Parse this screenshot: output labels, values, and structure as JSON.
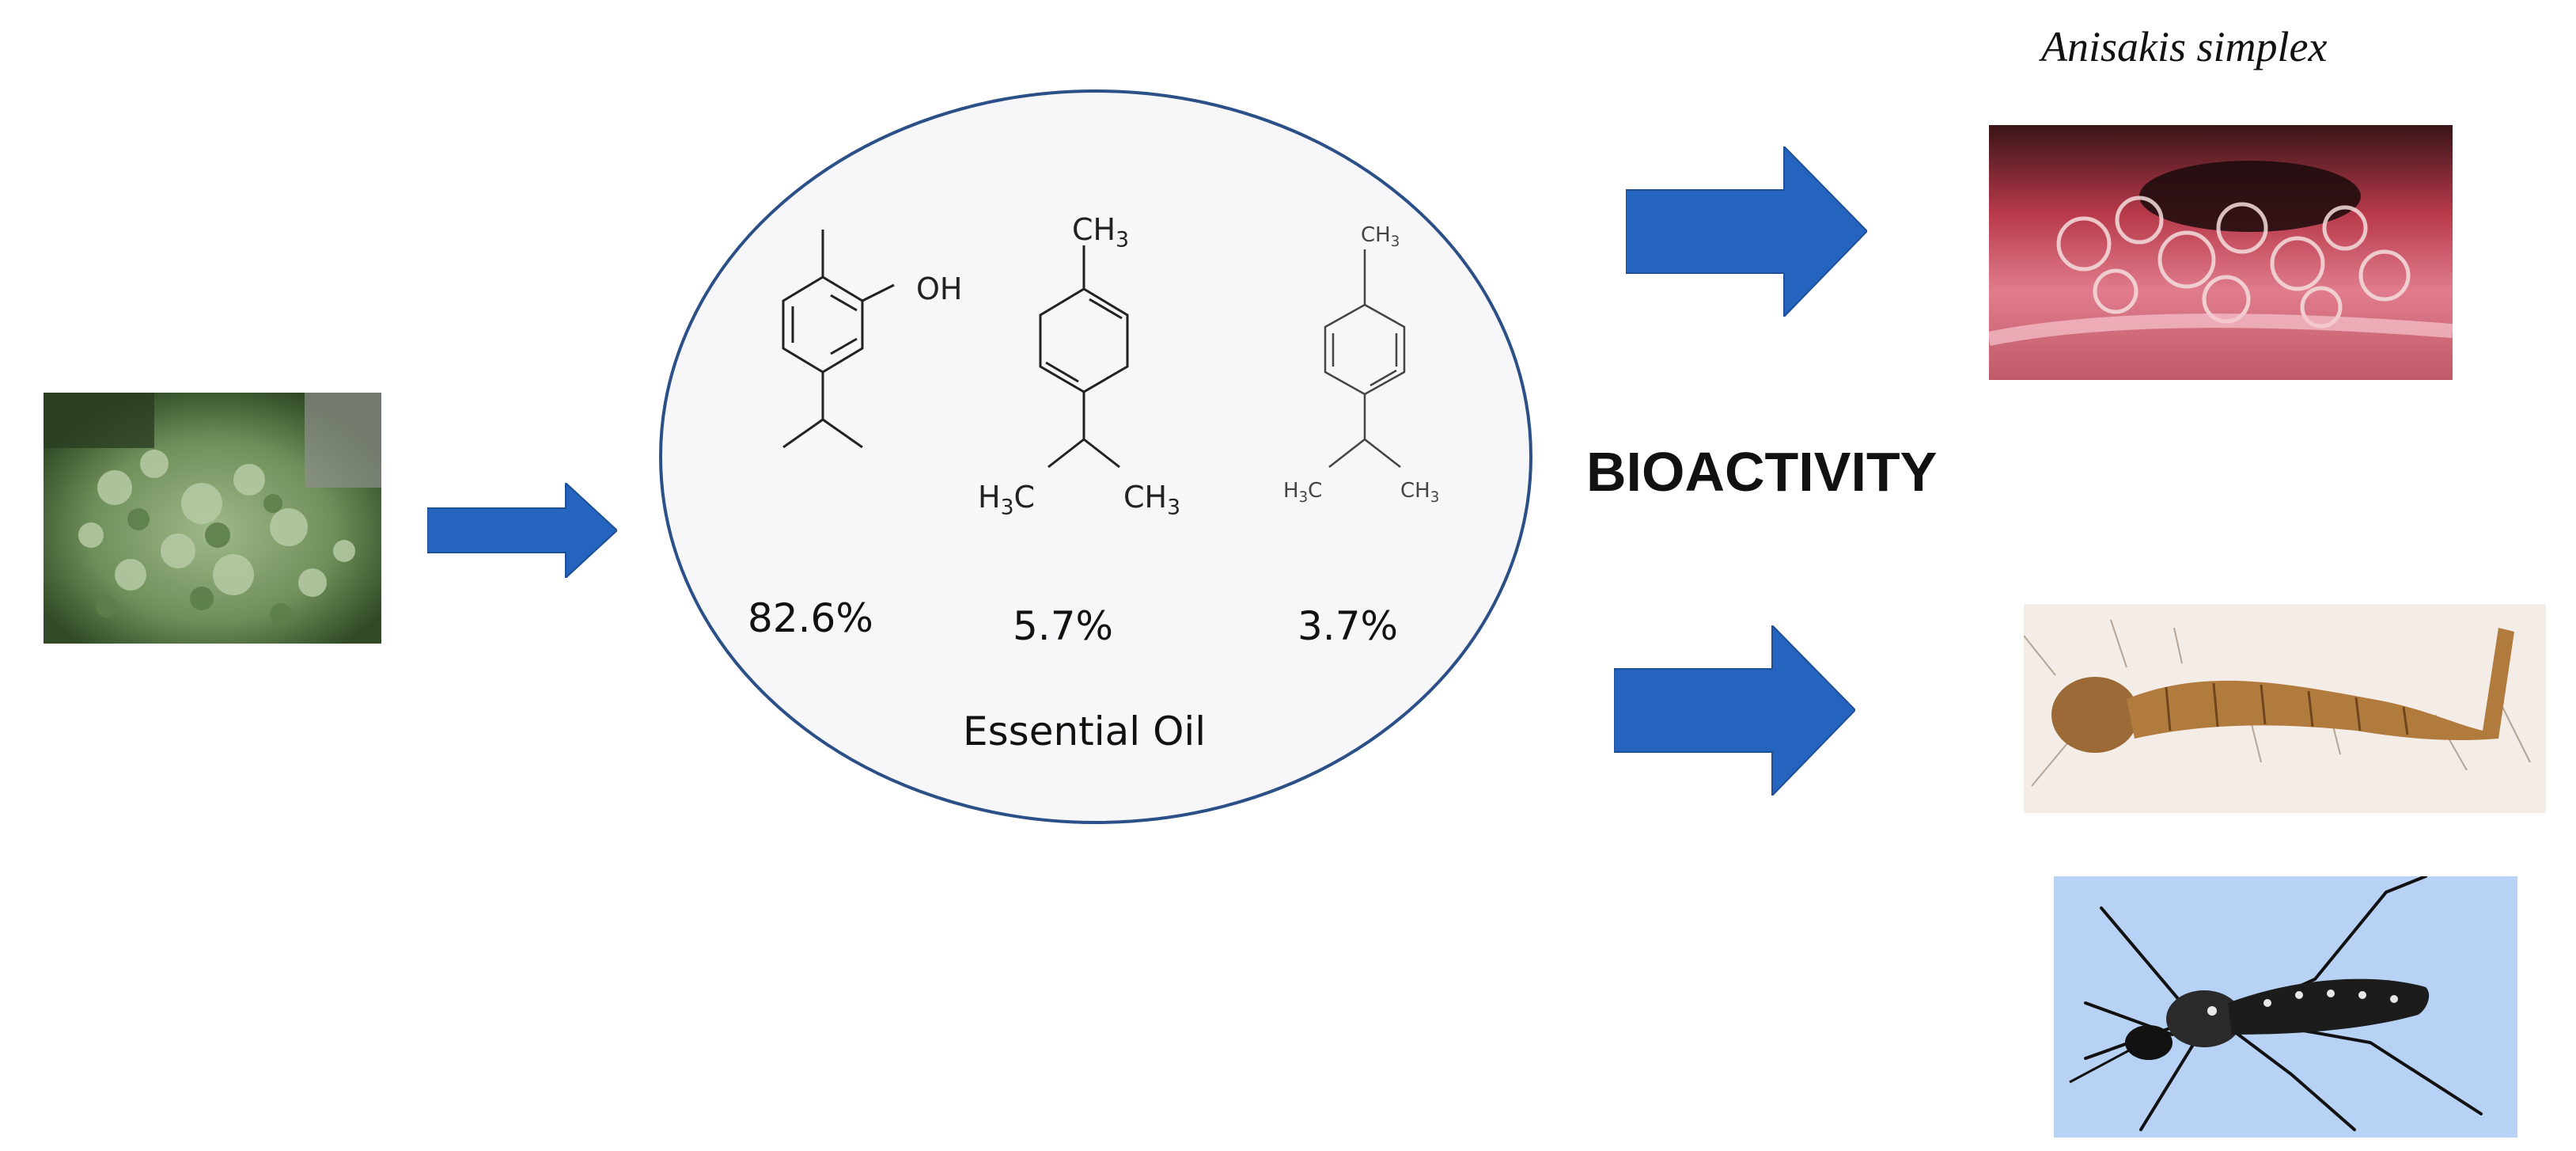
{
  "diagram": {
    "species_title": "Anisakis simplex",
    "bioactivity_label": "BIOACTIVITY",
    "essential_oil_label": "Essential Oil",
    "compounds": [
      {
        "percentage": "82.6%",
        "group_label": "OH"
      },
      {
        "percentage": "5.7%",
        "top_label": "CH3",
        "left_label": "H3C",
        "right_label": "CH3"
      },
      {
        "percentage": "3.7%",
        "top_label": "CH3",
        "left_label": "H3C",
        "right_label": "CH3"
      }
    ]
  },
  "icons": {
    "plant": "plant-photo",
    "arrow": "arrow-right-icon",
    "nematode": "nematode-photo",
    "larva": "mosquito-larva-photo",
    "mosquito": "mosquito-photo"
  },
  "colors": {
    "arrow": "#2464BE",
    "ellipse_stroke": "#2B4F87",
    "ellipse_fill": "#F7F7F9"
  }
}
